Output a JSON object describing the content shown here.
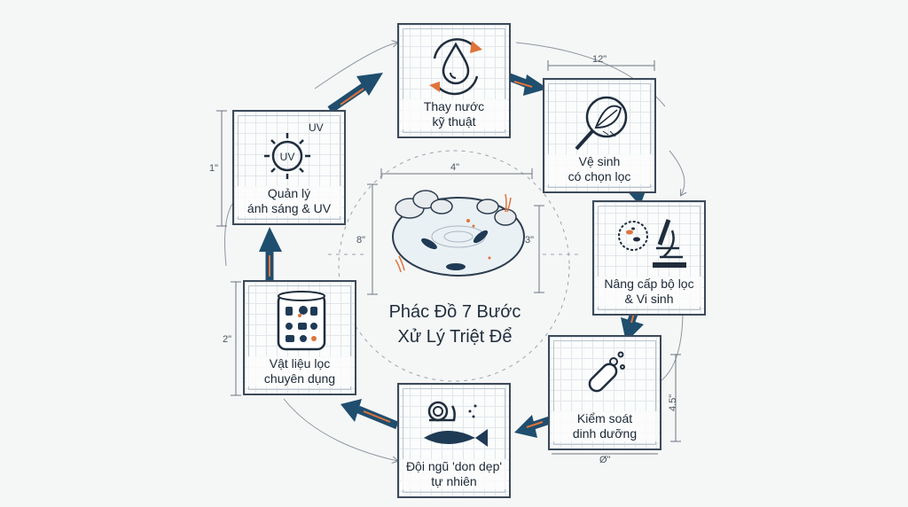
{
  "center": {
    "title_line1": "Phác Đồ 7 Bước",
    "title_line2": "Xử Lý Triệt Để"
  },
  "steps": [
    {
      "label_line1": "Thay nước",
      "label_line2": "kỹ thuật",
      "icon": "water-drop-cycle-icon"
    },
    {
      "label_line1": "Vệ sinh",
      "label_line2": "có chọn lọc",
      "icon": "net-leaf-icon"
    },
    {
      "label_line1": "Nâng cấp bộ lọc",
      "label_line2": "& Vi sinh",
      "icon": "microscope-bacteria-icon"
    },
    {
      "label_line1": "Kiểm soát",
      "label_line2": "dinh dưỡng",
      "icon": "capsule-bubbles-icon"
    },
    {
      "label_line1": "Đội ngũ 'don dẹp'",
      "label_line2": "tự nhiên",
      "icon": "snail-fish-icon"
    },
    {
      "label_line1": "Vật liệu lọc",
      "label_line2": "chuyên dụng",
      "icon": "filter-media-icon"
    },
    {
      "label_line1": "Quản lý",
      "label_line2": "ánh sáng & UV",
      "icon": "sun-uv-icon"
    }
  ],
  "icon_text": {
    "uv_top": "UV",
    "uv_sun": "UV"
  },
  "dimensions": {
    "d1": "12\"",
    "d2": "1\"",
    "d3": "2\"",
    "d4": "4.5\"",
    "d5": "Ø\"",
    "d6": "4\"",
    "d7": "8\"",
    "d8": "3\""
  },
  "colors": {
    "arrow_blue": "#1f4e6e",
    "arrow_orange": "#e0733a",
    "line": "#3c4a5a"
  }
}
